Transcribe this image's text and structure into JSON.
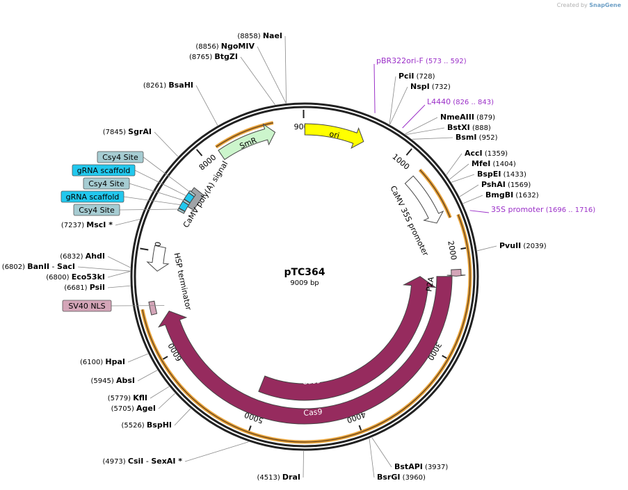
{
  "watermark": {
    "prefix": "Created by",
    "brand": "SnapGene"
  },
  "plasmid": {
    "name": "pTC364",
    "size_label": "9009 bp",
    "length": 9009
  },
  "ticks": [
    {
      "pos": 1000,
      "label": "1000"
    },
    {
      "pos": 2000,
      "label": "2000"
    },
    {
      "pos": 3000,
      "label": "3000"
    },
    {
      "pos": 4000,
      "label": "4000"
    },
    {
      "pos": 5000,
      "label": "5000"
    },
    {
      "pos": 6000,
      "label": "6000"
    },
    {
      "pos": 7000,
      "label": "7000"
    },
    {
      "pos": 8000,
      "label": "8000"
    },
    {
      "pos": 9000,
      "label": "9000"
    }
  ],
  "features": [
    {
      "name": "SmR",
      "start": 8150,
      "end": 8720,
      "dir": 1,
      "color": "#ccf5cc",
      "text_color": "#000000"
    },
    {
      "name": "ori",
      "start": 2,
      "end": 590,
      "dir": 1,
      "color": "#ffff00",
      "text_color": "#000000"
    },
    {
      "name": "CaMV 35S promoter",
      "start": 1180,
      "end": 1700,
      "dir": 1,
      "color": "#ffffff",
      "text_color": "#000000"
    },
    {
      "name": "P2A",
      "start": 2185,
      "end": 2248,
      "dir": 1,
      "color": "#d4a5b8",
      "text_color": "#000000"
    },
    {
      "name": "Cas9",
      "start": 2250,
      "end": 6400,
      "dir": 1,
      "color": "#962b5e",
      "text_color": "#ffffff"
    },
    {
      "name": "SV40 NLS",
      "start": 6405,
      "end": 6525,
      "dir": 0,
      "color": "#d4a5b8",
      "text_color": "#000000"
    },
    {
      "name": "HSP terminator",
      "start": 6810,
      "end": 7050,
      "dir": -1,
      "color": "#ffffff",
      "text_color": "#000000"
    },
    {
      "name": "CaMV poly(A) signal",
      "start": 7530,
      "end": 7730,
      "dir": 0,
      "color": "#a0a4a8",
      "text_color": "#000000"
    }
  ],
  "crrna_features": [
    {
      "name": "Csy4 Site",
      "start": 7448,
      "end": 7470,
      "color": "#a6ccd2"
    },
    {
      "name": "gRNA scaffold",
      "start": 7474,
      "end": 7550,
      "color": "#22c8ee"
    },
    {
      "name": "Csy4 Site",
      "start": 7552,
      "end": 7574,
      "color": "#a6ccd2"
    },
    {
      "name": "gRNA scaffold",
      "start": 7578,
      "end": 7655,
      "color": "#22c8ee"
    },
    {
      "name": "Csy4 Site",
      "start": 7657,
      "end": 7680,
      "color": "#a6ccd2"
    }
  ],
  "primers": [
    {
      "name": "pBR322ori-F",
      "range": "(573 .. 592)",
      "pos": 582
    },
    {
      "name": "L4440",
      "range": "(826 .. 843)",
      "pos": 834
    },
    {
      "name": "35S promoter",
      "range": "(1696 .. 1716)",
      "pos": 1706
    }
  ],
  "right_sites": [
    {
      "name": "PciI",
      "pos": "(728)",
      "site": 728
    },
    {
      "name": "NspI",
      "pos": "(732)",
      "site": 732
    },
    {
      "name": "NmeAIII",
      "pos": "(879)",
      "site": 879
    },
    {
      "name": "BstXI",
      "pos": "(888)",
      "site": 888
    },
    {
      "name": "BsmI",
      "pos": "(952)",
      "site": 952
    },
    {
      "name": "AccI",
      "pos": "(1359)",
      "site": 1359
    },
    {
      "name": "MfeI",
      "pos": "(1404)",
      "site": 1404
    },
    {
      "name": "BspEI",
      "pos": "(1433)",
      "site": 1433
    },
    {
      "name": "PshAI",
      "pos": "(1569)",
      "site": 1569
    },
    {
      "name": "BmgBI",
      "pos": "(1632)",
      "site": 1632
    },
    {
      "name": "PvuII",
      "pos": "(2039)",
      "site": 2039
    },
    {
      "name": "BstAPI",
      "pos": "(3937)",
      "site": 3937
    },
    {
      "name": "BsrGI",
      "pos": "(3960)",
      "site": 3960
    }
  ],
  "left_sites": [
    {
      "name": "NaeI",
      "pos": "(8858)",
      "site": 8858
    },
    {
      "name": "NgoMIV",
      "pos": "(8856)",
      "site": 8856
    },
    {
      "name": "BtgZI",
      "pos": "(8765)",
      "site": 8765
    },
    {
      "name": "BsaHI",
      "pos": "(8261)",
      "site": 8261
    },
    {
      "name": "SgrAI",
      "pos": "(7845)",
      "site": 7845
    },
    {
      "name": "MscI *",
      "pos": "(7237)",
      "site": 7237
    },
    {
      "name": "AhdI",
      "pos": "(6832)",
      "site": 6832
    },
    {
      "name": "BanII",
      "pos": "(6802)",
      "site": 6802,
      "extra": "SacI"
    },
    {
      "name": "Eco53kI",
      "pos": "(6800)",
      "site": 6800
    },
    {
      "name": "PsiI",
      "pos": "(6681)",
      "site": 6681
    },
    {
      "name": "HpaI",
      "pos": "(6100)",
      "site": 6100
    },
    {
      "name": "AbsI",
      "pos": "(5945)",
      "site": 5945
    },
    {
      "name": "KflI",
      "pos": "(5779)",
      "site": 5779
    },
    {
      "name": "AgeI",
      "pos": "(5705)",
      "site": 5705
    },
    {
      "name": "BspHI",
      "pos": "(5526)",
      "site": 5526
    },
    {
      "name": "CsiI",
      "pos": "(4973)",
      "site": 4973,
      "extra": "SexAI *"
    },
    {
      "name": "DraI",
      "pos": "(4513)",
      "site": 4513
    }
  ]
}
